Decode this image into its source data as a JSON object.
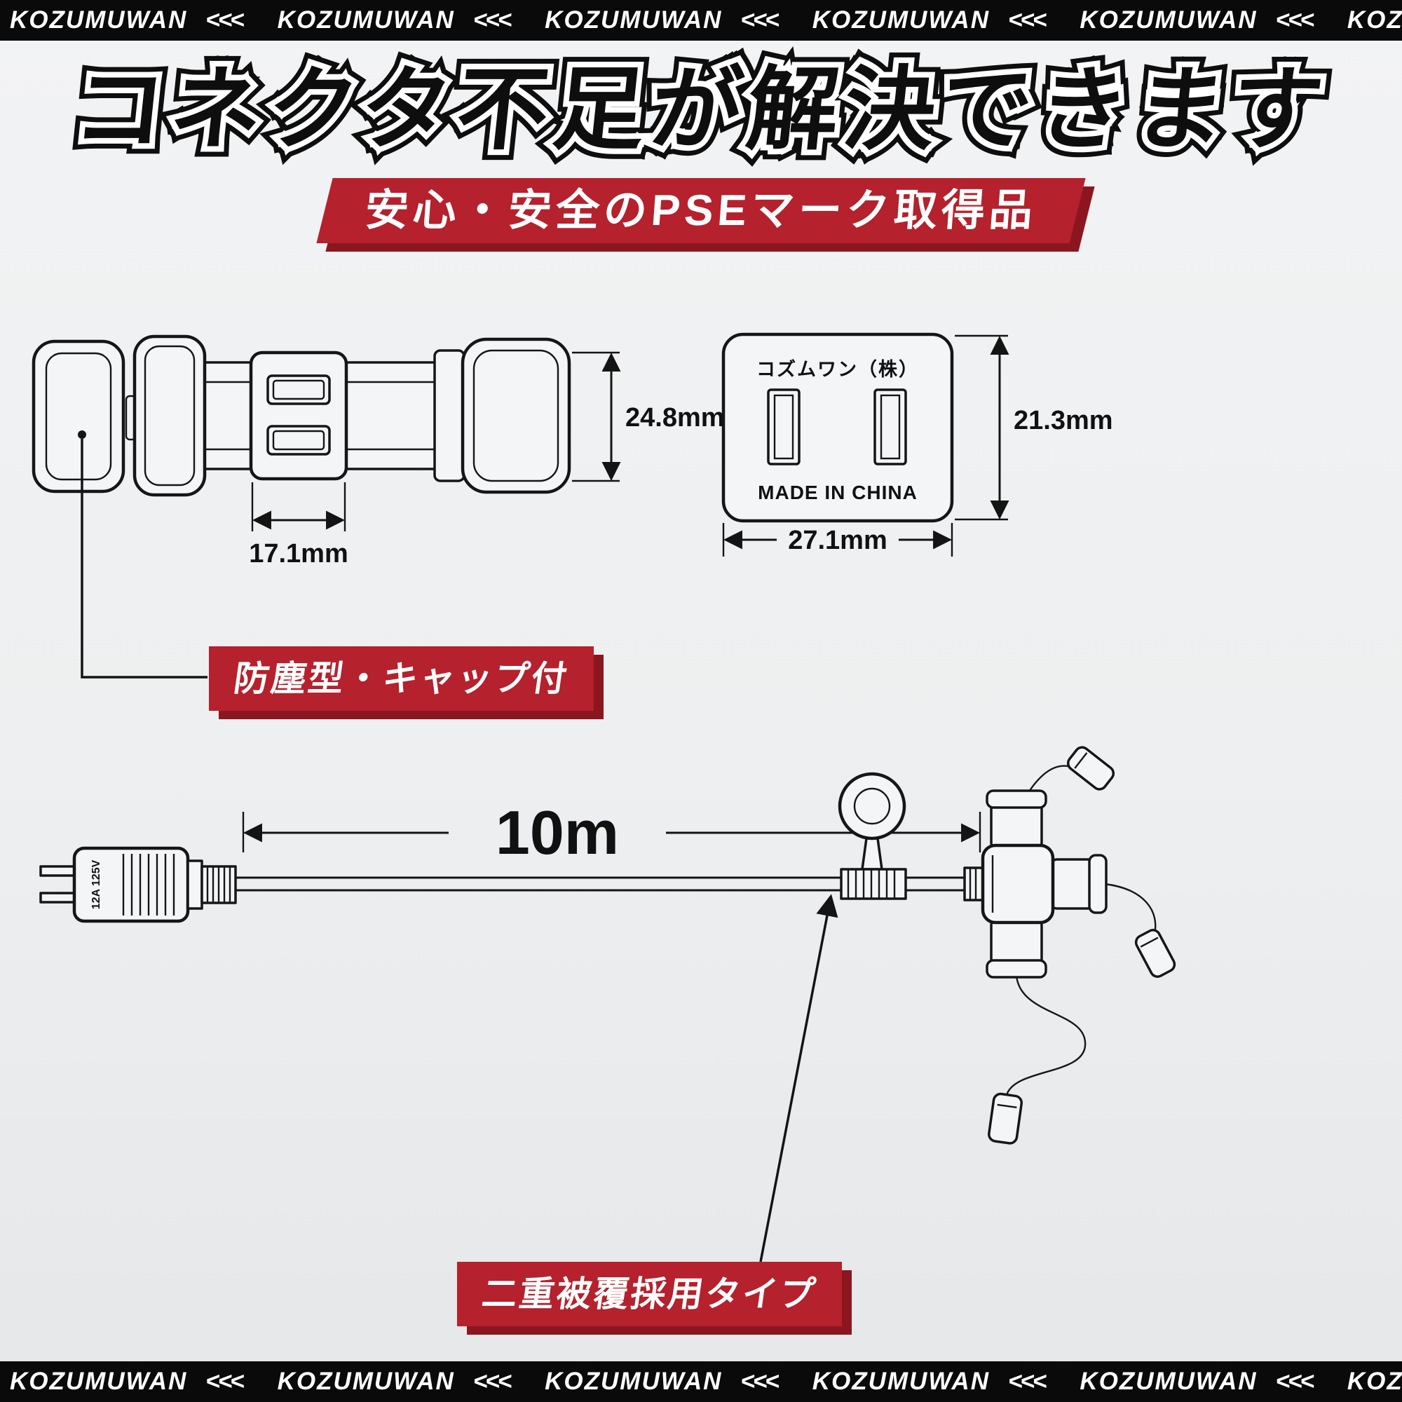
{
  "banner": {
    "brand": "KOZUMUWAN",
    "chevrons": "<<<"
  },
  "headline": {
    "text": "コネクタ不足が解決できます"
  },
  "ribbon": {
    "text": "安心・安全のPSEマーク取得品"
  },
  "callouts": {
    "dustproof": "防塵型・キャップ付",
    "double_insulated": "二重被覆採用タイプ"
  },
  "dimensions": {
    "plug_width": "17.1mm",
    "plug_height": "24.8mm",
    "socket_height": "21.3mm",
    "socket_width": "27.1mm",
    "cord_length": "10m"
  },
  "socket_face": {
    "brand": "コズムワン（株）",
    "origin": "MADE IN CHINA"
  },
  "plug": {
    "rating": "12A 125V"
  },
  "colors": {
    "red": "#b5212c",
    "red_shadow": "#8c1620",
    "ink": "#111111",
    "banner_bg": "#0a0a0a",
    "background": "#eef0f1"
  }
}
